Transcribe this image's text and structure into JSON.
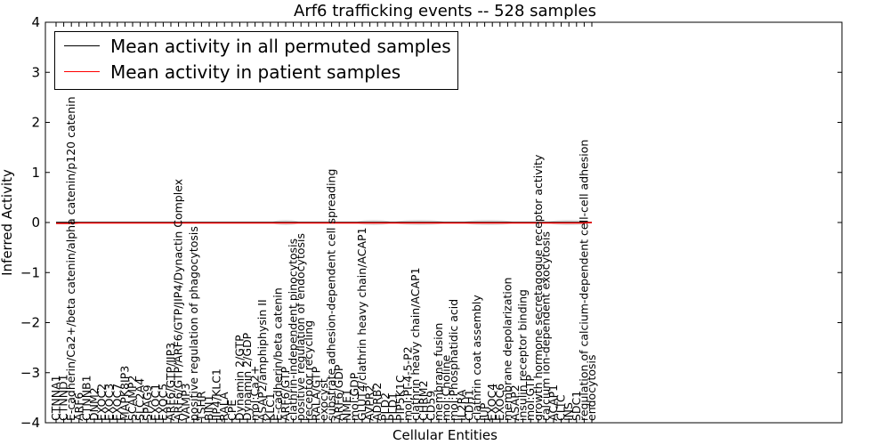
{
  "chart_data": {
    "type": "line",
    "title": "Arf6 trafficking events -- 528 samples",
    "xlabel": "Cellular Entities",
    "ylabel": "Inferred Activity",
    "ylim": [
      -4,
      4
    ],
    "yticks": [
      -4,
      -3,
      -2,
      -1,
      0,
      1,
      2,
      3,
      4
    ],
    "ytick_labels": [
      "−4",
      "−3",
      "−2",
      "−1",
      "0",
      "1",
      "2",
      "3",
      "4"
    ],
    "grid": false,
    "legend_position": "top-left",
    "categories": [
      "CTNNA1",
      "CTNND1",
      "E-cadherin/Ca2+/beta catenin/alpha catenin/p120 catenin",
      "ARF6",
      "CTNNB1",
      "DNM2",
      "EXOC2",
      "EXOC3",
      "EXOC7",
      "MAPK8IP3",
      "SCAMP2",
      "SLC2A4",
      "SPAG9",
      "EXOC1",
      "EXOC5",
      "ARF6/GTP/JIP3",
      "ARF6/GTP/ARF6/GTP/JIP4/Dynactin Complex",
      "VAMP3",
      "positive regulation of phagocytosis",
      "TSHR",
      "BIN1",
      "JIP4/KLC1",
      "RALA",
      "CPE",
      "Dynamin 2/GTP",
      "Dynamin 2/GDP",
      "mol:Ca2+",
      "ASAP2/amphiphysin II",
      "KLC1",
      "E-cadherin/beta catenin",
      "ARF6/GTP",
      "clathrin-independent pinocytosis",
      "positive regulation of endocytosis",
      "receptor recycling",
      "RALA/GTP",
      "exocyst",
      "substrate adhesion-dependent cell spreading",
      "ARF6/GDP",
      "NME1",
      "mol:GDP",
      "GLUT4/clathrin heavy chain/ACAP1",
      "AVPR2",
      "ADRB2",
      "PLD2",
      "PLD1",
      "PIP5K1C",
      "mol:PI-4-5-P2",
      "clathrin heavy chain/ACAP1",
      "CHRM2",
      "CD59",
      "membrane fusion",
      "mol:Choline",
      "mol:Phosphatidic acid",
      "IL2RA",
      "CDH1",
      "clathrin coat assembly",
      "JUP",
      "EXOC4",
      "EXOC6",
      "membrane depolarization",
      "ASAP2",
      "insulin receptor binding",
      "mol:GTP",
      "growth hormone secretagogue receptor activity",
      "calcium ion-dependent exocytosis",
      "ACAP1",
      "CLTC",
      "INS",
      "SDC1",
      "regulation of calcium-dependent cell-cell adhesion",
      "endocytosis"
    ],
    "series": [
      {
        "name": "Mean activity in all permuted samples",
        "color": "#000000",
        "values": [
          0,
          0,
          0,
          0,
          0,
          0,
          0,
          0,
          0,
          0,
          0,
          0,
          0,
          0,
          0,
          0,
          0,
          0,
          0,
          0,
          0,
          0,
          0,
          0,
          0,
          0,
          0,
          0,
          0,
          0,
          0,
          0,
          0,
          0,
          0,
          0,
          0,
          0,
          0,
          0,
          0,
          0,
          0,
          0,
          0,
          0,
          0,
          0,
          0,
          0,
          0,
          0,
          0,
          0,
          0,
          0,
          0,
          0,
          0,
          0,
          0,
          0,
          0,
          0,
          0,
          0,
          0,
          0,
          0,
          0,
          0
        ]
      },
      {
        "name": "Mean activity in patient samples",
        "color": "#ff0000",
        "values": [
          -0.02,
          -0.02,
          -0.02,
          -0.01,
          -0.01,
          -0.01,
          -0.01,
          -0.01,
          -0.01,
          -0.01,
          -0.01,
          -0.01,
          -0.01,
          -0.01,
          -0.01,
          -0.01,
          -0.01,
          -0.01,
          -0.01,
          -0.01,
          -0.01,
          -0.01,
          -0.01,
          -0.01,
          -0.01,
          -0.01,
          -0.01,
          -0.01,
          -0.01,
          -0.01,
          -0.01,
          -0.01,
          -0.01,
          -0.01,
          -0.01,
          -0.01,
          -0.01,
          -0.01,
          -0.01,
          -0.01,
          -0.01,
          -0.01,
          -0.01,
          -0.01,
          -0.01,
          -0.01,
          -0.01,
          -0.01,
          -0.01,
          -0.01,
          -0.01,
          -0.01,
          -0.01,
          -0.01,
          -0.01,
          -0.01,
          -0.01,
          -0.01,
          -0.01,
          -0.01,
          -0.01,
          -0.01,
          -0.01,
          -0.01,
          -0.01,
          -0.01,
          -0.01,
          -0.01,
          -0.01,
          -0.01,
          0.0
        ]
      }
    ]
  }
}
